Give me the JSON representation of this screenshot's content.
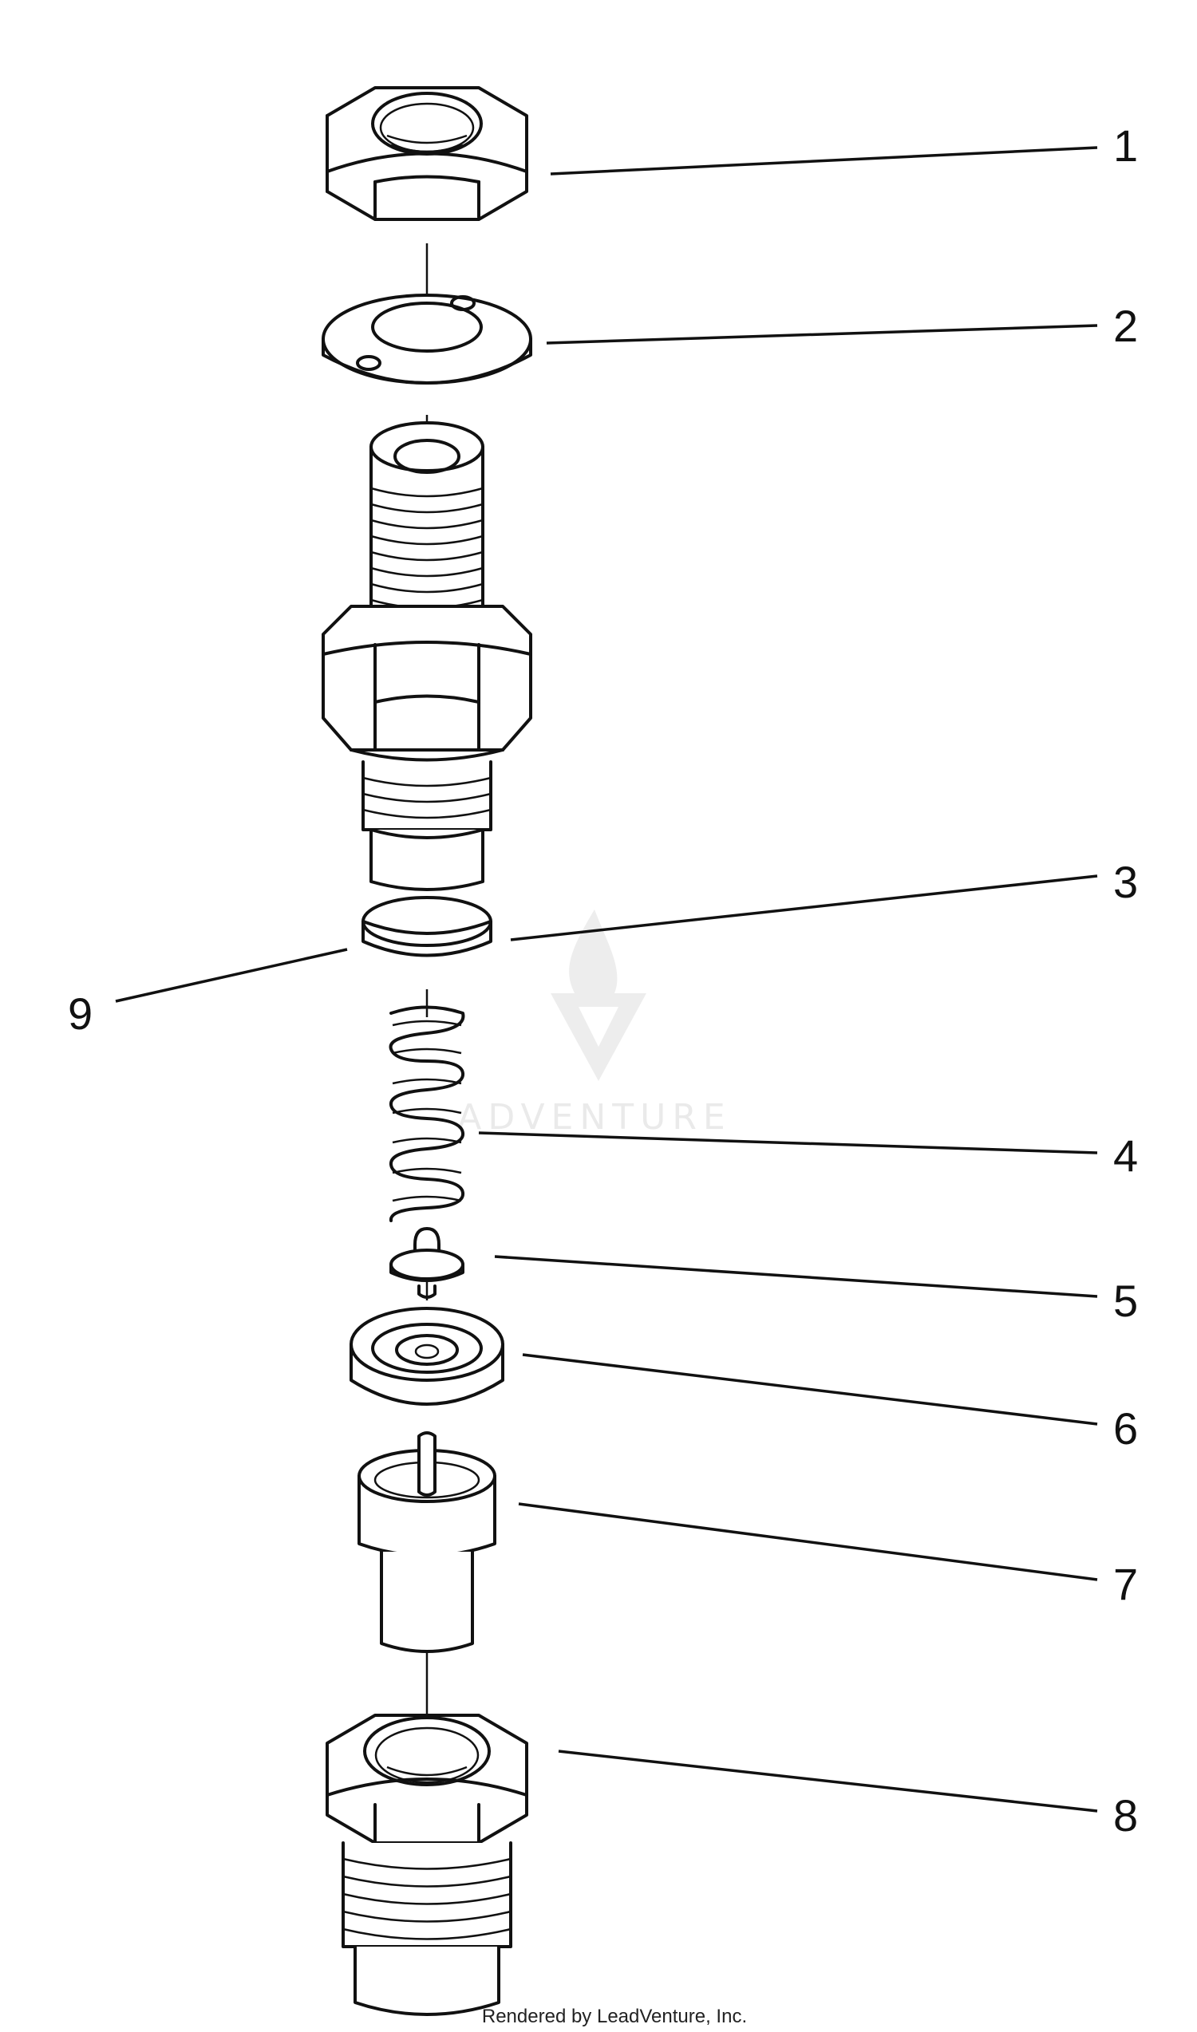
{
  "diagram": {
    "callouts": [
      "1",
      "2",
      "3",
      "4",
      "5",
      "6",
      "7",
      "8",
      "9"
    ],
    "watermark_text": "ADVENTURE",
    "credit": "Rendered by LeadVenture, Inc."
  }
}
